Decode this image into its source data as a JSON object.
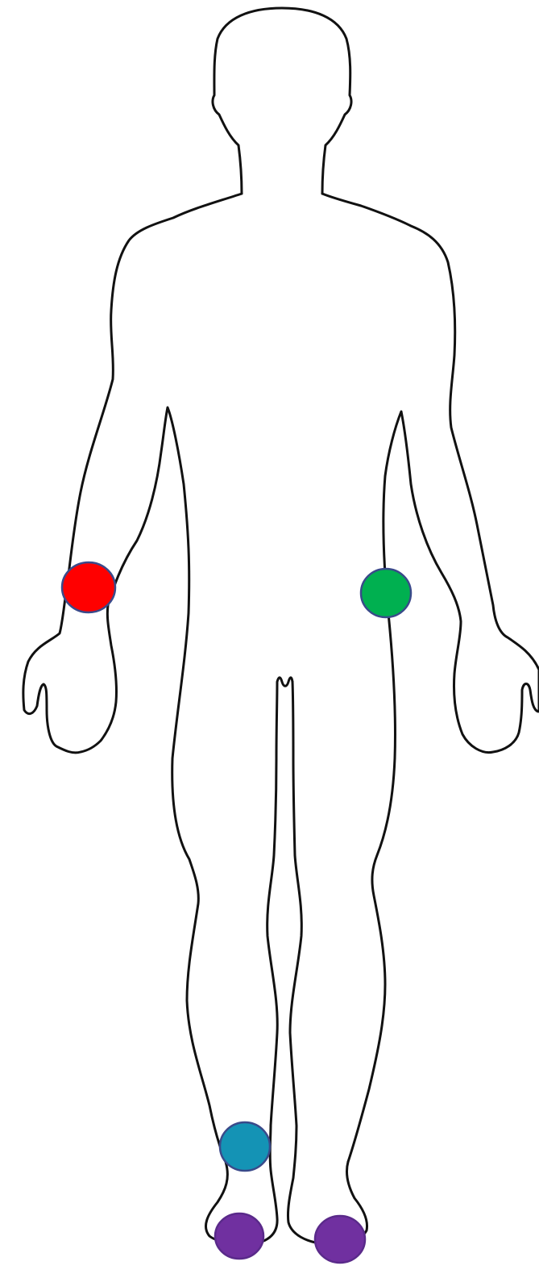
{
  "diagram": {
    "background": "#ffffff",
    "outline_color": "#111111",
    "markers": [
      {
        "id": "right-wrist",
        "color": "#ff0000",
        "border": "#3a4a8a"
      },
      {
        "id": "left-hip",
        "color": "#00b050",
        "border": "#3a4a8a"
      },
      {
        "id": "right-ankle",
        "color": "#1493b5",
        "border": "#3a4a8a"
      },
      {
        "id": "right-foot",
        "color": "#7030a0",
        "border": "#5a2a8a"
      },
      {
        "id": "left-foot",
        "color": "#7030a0",
        "border": "#5a2a8a"
      }
    ]
  }
}
